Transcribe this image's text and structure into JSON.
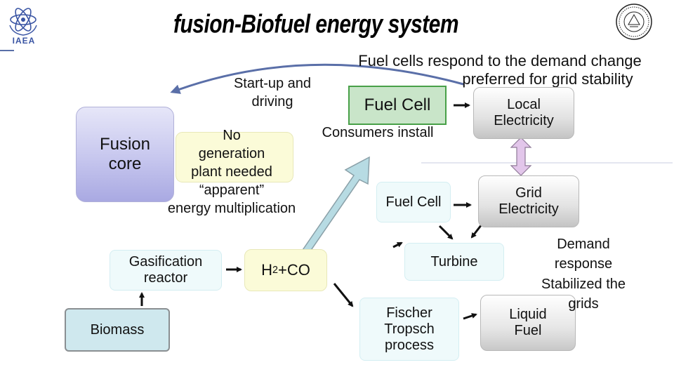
{
  "header": {
    "title": "fusion-Biofuel energy system",
    "logo_left_text": "IAEA"
  },
  "nodes": {
    "fusion_core": "Fusion\ncore",
    "start_up": "Start-up and\ndriving",
    "no_generation": "No\ngeneration\nplant needed\n“apparent”\nenergy multiplication",
    "gasification": "Gasification\nreactor",
    "biomass": "Biomass",
    "h2co": {
      "prefix": "H",
      "sub": "2",
      "suffix": "+CO"
    },
    "fuel_cell_main": "Fuel Cell",
    "consumers_install": "Consumers install",
    "fuel_cell_response_line1": "Fuel cells respond to the demand change",
    "fuel_cell_response_line2": "preferred for grid stability",
    "local_electricity": "Local\nElectricity",
    "grid_electricity": "Grid\nElectricity",
    "fuel_cell_mid": "Fuel Cell",
    "turbine": "Turbine",
    "fischer": "Fischer\nTropsch\nprocess",
    "demand_response": "Demand\nresponse\nStabilized the\ngrids",
    "liquid_fuel": "Liquid\nFuel"
  },
  "colors": {
    "fusion_fill": "#c6c6ee",
    "yellow_fill": "#fbfbd8",
    "fuel_cell_fill": "#c9e5c9",
    "fuel_cell_border": "#48a048",
    "light_box_fill": "#effafb",
    "biomass_fill": "#cfe8ee",
    "big_arrow_fill": "#b7dbe3",
    "double_arrow_fill": "#e2c6ea",
    "curved_arrow": "#5a6fa8"
  }
}
